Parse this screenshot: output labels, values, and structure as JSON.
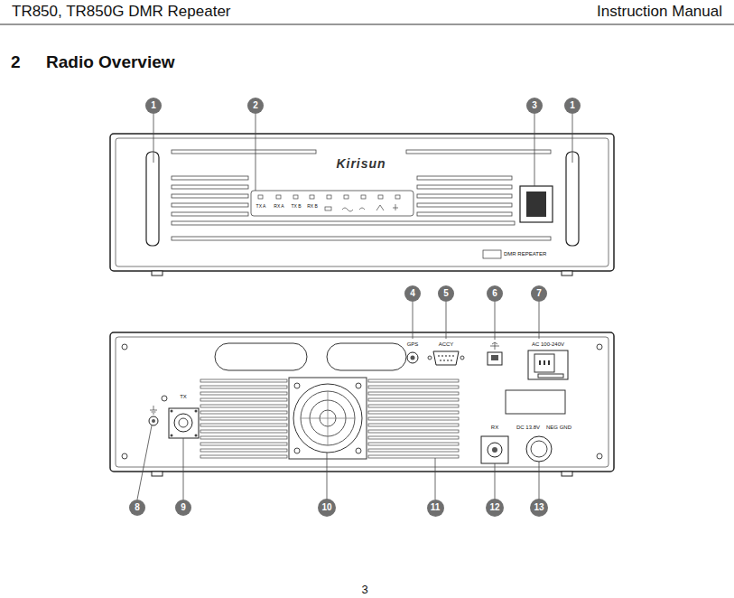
{
  "diagram": {
    "title": "Radio Overview",
    "nodes": [
      {
        "text": [
          "1"
        ]
      },
      {
        "text": [
          "2"
        ]
      },
      {
        "text": [
          "3"
        ]
      },
      {
        "text": [
          "1"
        ]
      },
      {
        "text": [
          "4"
        ]
      },
      {
        "text": [
          "5"
        ]
      },
      {
        "text": [
          "6"
        ]
      },
      {
        "text": [
          "7"
        ]
      },
      {
        "text": [
          "8"
        ]
      },
      {
        "text": [
          "9"
        ]
      },
      {
        "text": [
          "10"
        ]
      },
      {
        "text": [
          "11"
        ]
      },
      {
        "text": [
          "12"
        ]
      },
      {
        "text": [
          "13"
        ]
      }
    ],
    "labels": [
      "TR850, TR850G DMR Repeater",
      "Instruction Manual",
      "2",
      "Kirisun",
      "TX A",
      "RX A",
      "TX B",
      "RX B",
      "DMR REPEATER",
      "GPS",
      "ACCY",
      "AC 100-240V",
      "TX",
      "RX",
      "DC 13.8V",
      "NEG GND",
      "3"
    ]
  }
}
